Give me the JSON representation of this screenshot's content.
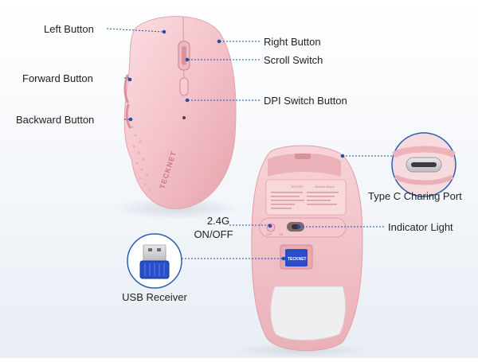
{
  "labels": {
    "left_button": "Left Button",
    "right_button": "Right Button",
    "scroll_switch": "Scroll Switch",
    "forward_button": "Forward Button",
    "dpi_switch_button": "DPI Switch Button",
    "backward_button": "Backward Button",
    "type_c_port": "Type C Charing Port",
    "toggle_24g_line1": "2.4G",
    "toggle_24g_line2": "ON/OFF",
    "indicator_light": "Indicator Light",
    "usb_receiver": "USB Receiver"
  },
  "brand": {
    "name": "TECKNET",
    "model": "Wireless Mouse",
    "switch_off": "OFF",
    "switch_on": "ON"
  },
  "colors": {
    "mouse_pink": "#f6c9cf",
    "mouse_pink_dark": "#eaa9b2",
    "receiver_blue": "#2a4ec9",
    "callout_line": "#1f4ea8",
    "circle_border": "#2b5fb4"
  }
}
